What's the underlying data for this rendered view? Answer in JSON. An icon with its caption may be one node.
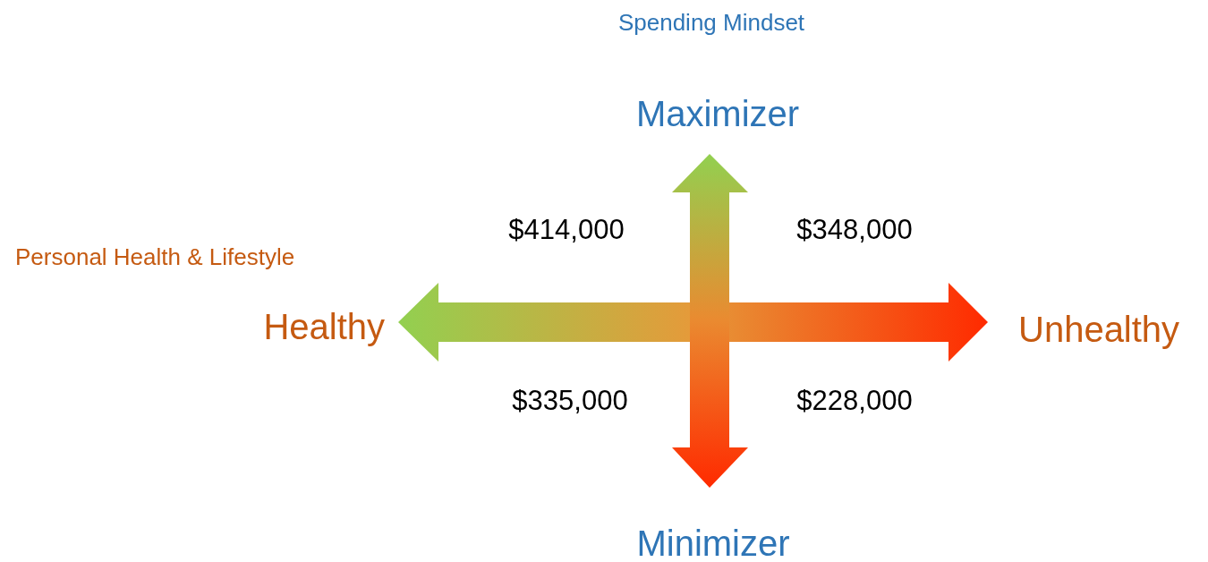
{
  "diagram": {
    "labels": [
      "Spending Mindset",
      "Maximizer",
      "Personal Health & Lifestyle",
      "$414,000",
      "$348,000",
      "Healthy",
      "Unhealthy",
      "$335,000",
      "$228,000",
      "Minimizer"
    ]
  }
}
